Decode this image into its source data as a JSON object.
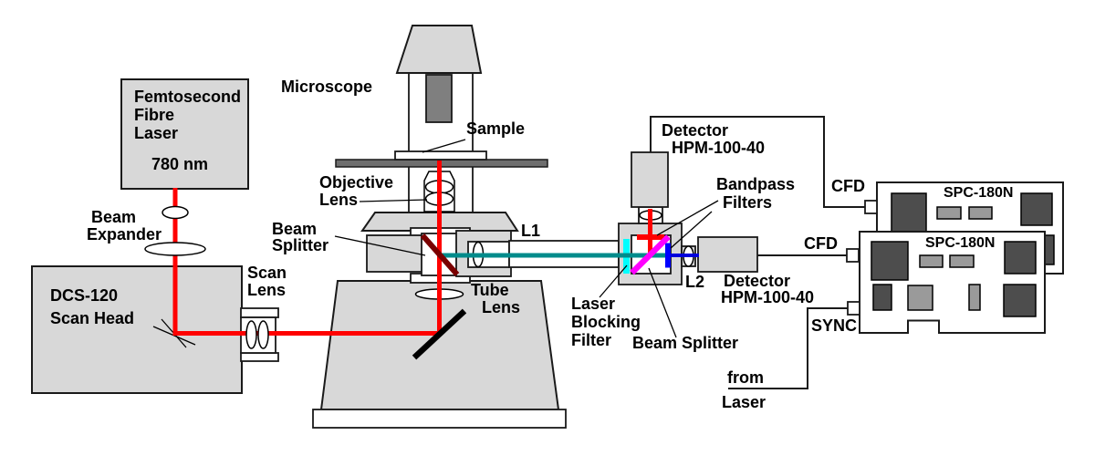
{
  "colors": {
    "beam_red": "#ff0000",
    "beam_teal": "#008b8b",
    "beam_blue": "#0000dd",
    "filter_cyan": "#00ffff",
    "bandpass_red": "#ff0000",
    "bandpass_blue": "#0000ff",
    "splitter_magenta": "#ff00ff",
    "dichroic_dark_red": "#7a0000"
  },
  "labels": {
    "laser_name_1": "Femtosecond",
    "laser_name_2": "Fibre",
    "laser_name_3": "Laser",
    "laser_wavelength": "780 nm",
    "beam_expander_1": "Beam",
    "beam_expander_2": "Expander",
    "scan_head_1": "DCS-120",
    "scan_head_2": "Scan Head",
    "scan_lens_1": "Scan",
    "scan_lens_2": "Lens",
    "microscope": "Microscope",
    "sample": "Sample",
    "objective_1": "Objective",
    "objective_2": "Lens",
    "beam_splitter_main_1": "Beam",
    "beam_splitter_main_2": "Splitter",
    "l1": "L1",
    "tube_lens_1": "Tube",
    "tube_lens_2": "Lens",
    "laser_blocking_1": "Laser",
    "laser_blocking_2": "Blocking",
    "laser_blocking_3": "Filter",
    "bandpass_1": "Bandpass",
    "bandpass_2": "Filters",
    "beam_splitter_detect": "Beam Splitter",
    "l2": "L2",
    "detector_top_1": "Detector",
    "detector_top_2": "HPM-100-40",
    "detector_right_1": "Detector",
    "detector_right_2": "HPM-100-40",
    "cfd_top": "CFD",
    "cfd_mid": "CFD",
    "sync": "SYNC",
    "from_1": "from",
    "from_2": "Laser",
    "spc_back": "SPC-180N",
    "spc_front": "SPC-180N"
  }
}
